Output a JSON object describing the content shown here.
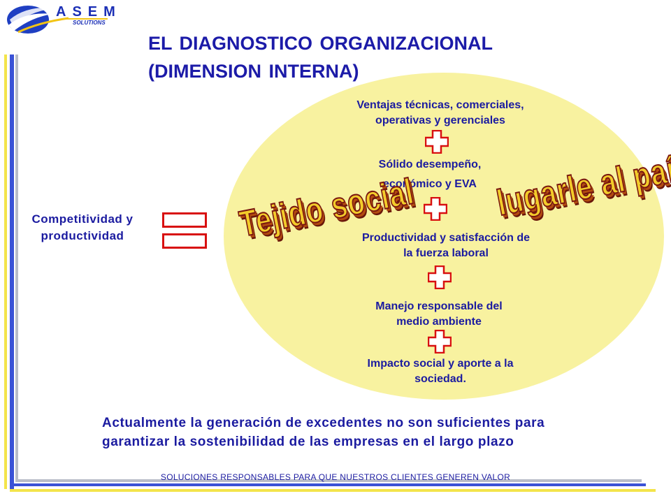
{
  "logo": {
    "name": "ASEM",
    "sub": "SOLUTIONS"
  },
  "title": "EL DIAGNOSTICO ORGANIZACIONAL\n(DIMENSION INTERNA)",
  "side_label": "Competitividad y\nproductividad",
  "nodes": [
    "Ventajas técnicas, comerciales,\noperativas y gerenciales",
    "Sólido desempeño,\neconómico y EVA",
    "Productividad y satisfacción de\nla fuerza laboral",
    "Manejo responsable del\nmedio ambiente",
    "Impacto social y aporte a la\nsociedad."
  ],
  "wordart": {
    "left": "Tejido social",
    "right": "lugarle al país"
  },
  "conclusion": "Actualmente la generación de excedentes no son suficientes para\ngarantizar la sostenibilidad de las empresas en el largo plazo",
  "footer": "SOLUCIONES RESPONSABLES PARA QUE NUESTROS CLIENTES GENEREN VALOR",
  "colors": {
    "title": "#1c1ba8",
    "text": "#1b1ba0",
    "ellipse": "#f8f2a0",
    "plus": "#d81010",
    "border_blue": "#3a52d6",
    "border_yellow": "#f3e44a",
    "wordart_fill": "#f3cc2a"
  },
  "icons": [
    "asem-logo-icon",
    "plus-icon",
    "equals-icon"
  ]
}
